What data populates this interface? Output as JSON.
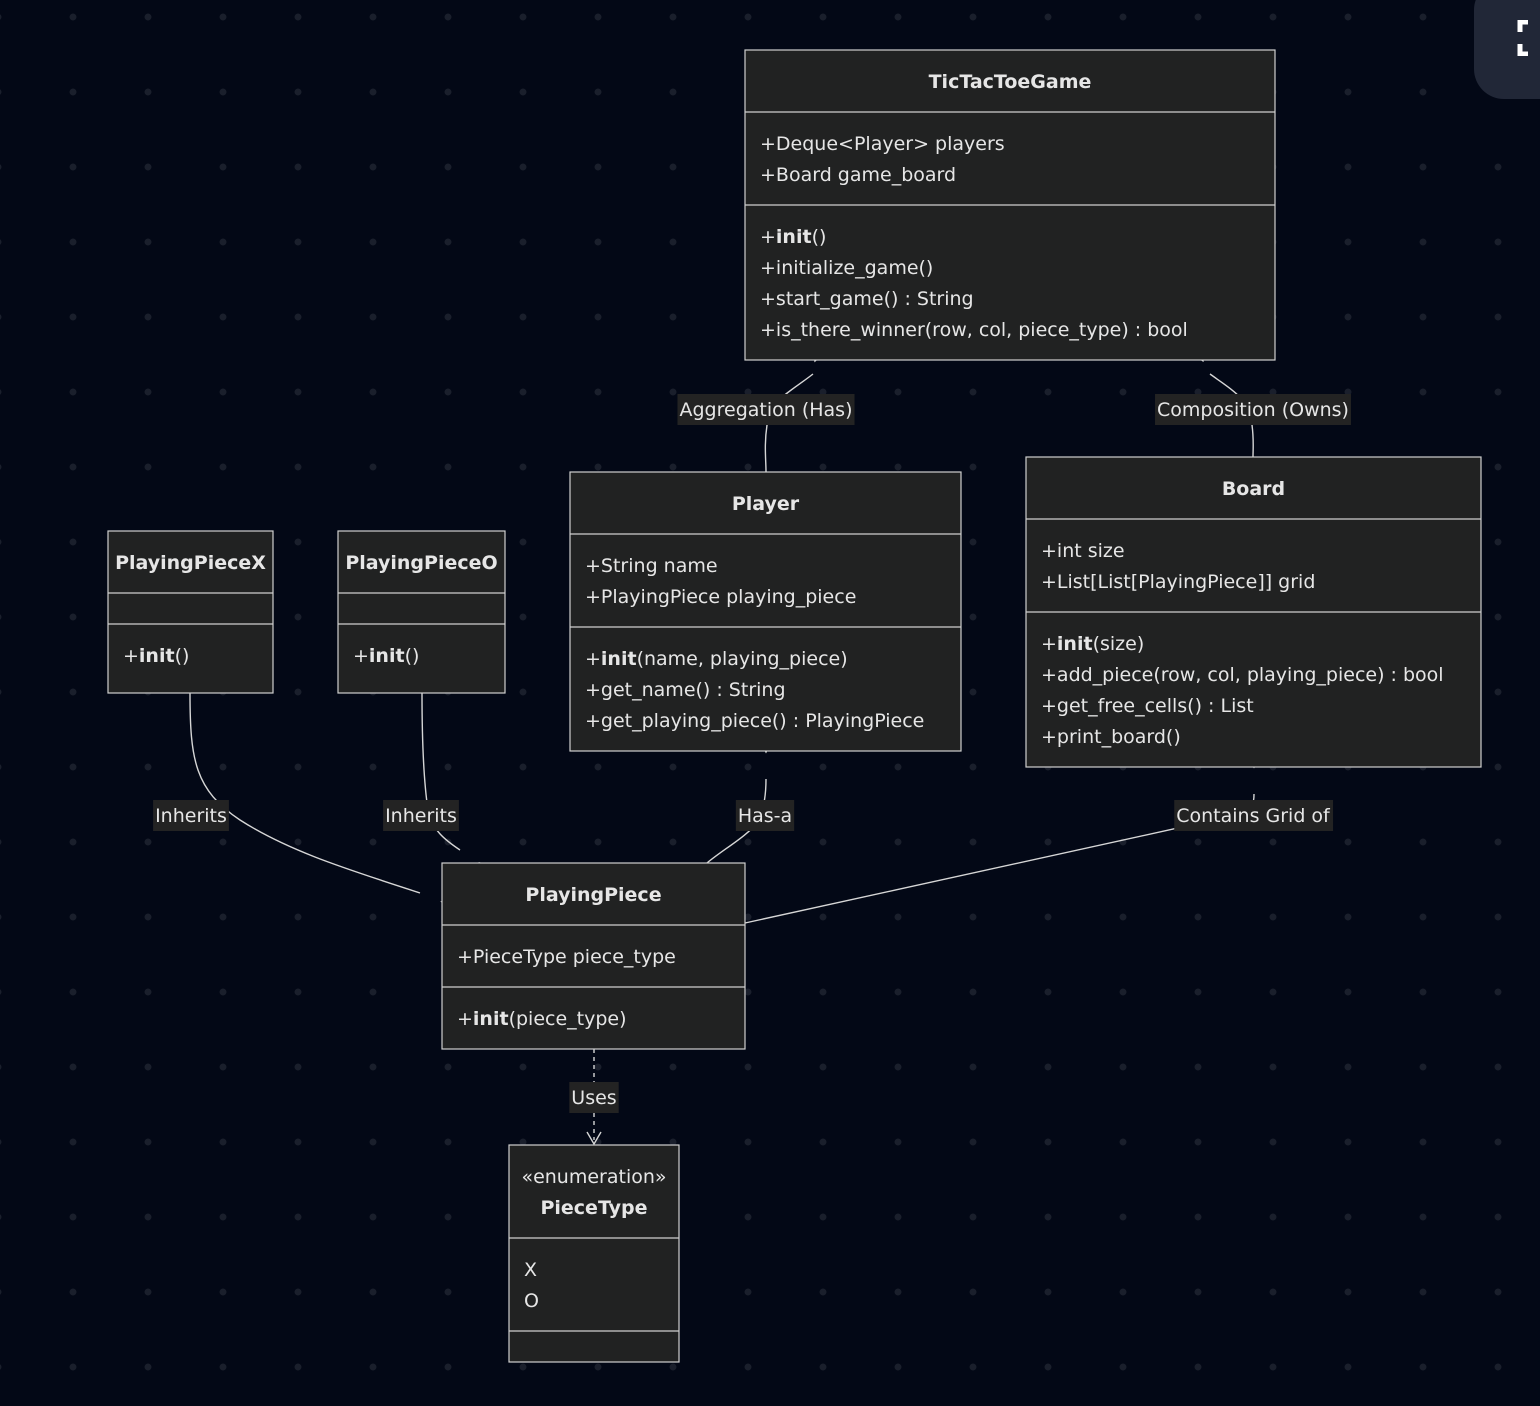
{
  "diagram": {
    "type": "uml-class-diagram",
    "classes": [
      {
        "id": "TicTacToeGame",
        "name": "TicTacToeGame",
        "stereotype": null,
        "attributes": [
          "+Deque<Player> players",
          "+Board game_board"
        ],
        "methods": [
          {
            "prefix": "+",
            "bold": "init",
            "rest": "()"
          },
          {
            "prefix": "+",
            "bold": "",
            "rest": "initialize_game()"
          },
          {
            "prefix": "+",
            "bold": "",
            "rest": "start_game() : String"
          },
          {
            "prefix": "+",
            "bold": "",
            "rest": "is_there_winner(row, col, piece_type) : bool"
          }
        ]
      },
      {
        "id": "Player",
        "name": "Player",
        "stereotype": null,
        "attributes": [
          "+String name",
          "+PlayingPiece playing_piece"
        ],
        "methods": [
          {
            "prefix": "+",
            "bold": "init",
            "rest": "(name, playing_piece)"
          },
          {
            "prefix": "+",
            "bold": "",
            "rest": "get_name() : String"
          },
          {
            "prefix": "+",
            "bold": "",
            "rest": "get_playing_piece() : PlayingPiece"
          }
        ]
      },
      {
        "id": "Board",
        "name": "Board",
        "stereotype": null,
        "attributes": [
          "+int size",
          "+List[List[PlayingPiece]] grid"
        ],
        "methods": [
          {
            "prefix": "+",
            "bold": "init",
            "rest": "(size)"
          },
          {
            "prefix": "+",
            "bold": "",
            "rest": "add_piece(row, col, playing_piece) : bool"
          },
          {
            "prefix": "+",
            "bold": "",
            "rest": "get_free_cells() : List"
          },
          {
            "prefix": "+",
            "bold": "",
            "rest": "print_board()"
          }
        ]
      },
      {
        "id": "PlayingPieceX",
        "name": "PlayingPieceX",
        "stereotype": null,
        "attributes": [],
        "methods": [
          {
            "prefix": "+",
            "bold": "init",
            "rest": "()"
          }
        ]
      },
      {
        "id": "PlayingPieceO",
        "name": "PlayingPieceO",
        "stereotype": null,
        "attributes": [],
        "methods": [
          {
            "prefix": "+",
            "bold": "init",
            "rest": "()"
          }
        ]
      },
      {
        "id": "PlayingPiece",
        "name": "PlayingPiece",
        "stereotype": null,
        "attributes": [
          "+PieceType piece_type"
        ],
        "methods": [
          {
            "prefix": "+",
            "bold": "init",
            "rest": "(piece_type)"
          }
        ]
      },
      {
        "id": "PieceType",
        "name": "PieceType",
        "stereotype": "«enumeration»",
        "attributes": [
          "X",
          "O"
        ],
        "methods": []
      }
    ],
    "relationships": [
      {
        "id": "rel-aggregation",
        "from": "TicTacToeGame",
        "to": "Player",
        "kind": "aggregation",
        "label": "Aggregation (Has)"
      },
      {
        "id": "rel-composition",
        "from": "TicTacToeGame",
        "to": "Board",
        "kind": "composition",
        "label": "Composition (Owns)"
      },
      {
        "id": "rel-inherits-x",
        "from": "PlayingPieceX",
        "to": "PlayingPiece",
        "kind": "inheritance",
        "label": "Inherits"
      },
      {
        "id": "rel-inherits-o",
        "from": "PlayingPieceO",
        "to": "PlayingPiece",
        "kind": "inheritance",
        "label": "Inherits"
      },
      {
        "id": "rel-has-a",
        "from": "Player",
        "to": "PlayingPiece",
        "kind": "aggregation",
        "label": "Has-a"
      },
      {
        "id": "rel-contains-grid",
        "from": "Board",
        "to": "PlayingPiece",
        "kind": "aggregation",
        "label": "Contains Grid of"
      },
      {
        "id": "rel-uses",
        "from": "PlayingPiece",
        "to": "PieceType",
        "kind": "dependency",
        "label": "Uses"
      }
    ]
  },
  "controls": {
    "fullscreen_icon": "fullscreen-icon"
  }
}
